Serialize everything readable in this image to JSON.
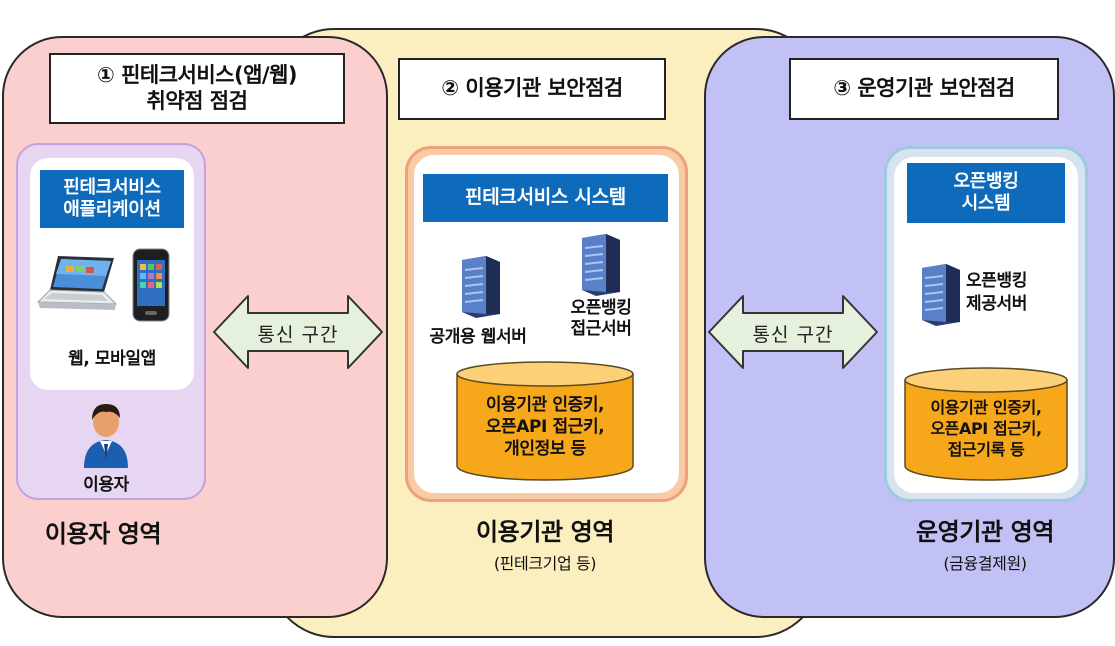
{
  "regions": {
    "user": {
      "header_line1": "① 핀테크서비스(앱/웹)",
      "header_line2": "취약점 점검",
      "app_box_line1": "핀테크서비스",
      "app_box_line2": "애플리케이션",
      "devices_label": "웹, 모바일앱",
      "user_label": "이용자",
      "area_title": "이용자 영역"
    },
    "org": {
      "header": "② 이용기관 보안점검",
      "system_title": "핀테크서비스 시스템",
      "server1_label": "공개용 웹서버",
      "server2_line1": "오픈뱅킹",
      "server2_line2": "접근서버",
      "db_line1": "이용기관 인증키,",
      "db_line2": "오픈API 접근키,",
      "db_line3": "개인정보 등",
      "area_title": "이용기관 영역",
      "area_subtitle": "(핀테크기업 등)"
    },
    "op": {
      "header": "③ 운영기관 보안점검",
      "system_line1": "오픈뱅킹",
      "system_line2": "시스템",
      "server_line1": "오픈뱅킹",
      "server_line2": "제공서버",
      "db_line1": "이용기관 인증키,",
      "db_line2": "오픈API 접근키,",
      "db_line3": "접근기록 등",
      "area_title": "운영기관 영역",
      "area_subtitle": "(금융결제원)"
    }
  },
  "arrows": {
    "left_label": "통신 구간",
    "right_label": "통신 구간"
  },
  "colors": {
    "user_region": "#fccfcf",
    "org_region": "#fbeebf",
    "op_region": "#c2c1f5",
    "system_title_bar": "#0e6aba",
    "database": "#f7a81a",
    "arrow": "#e5f1dd"
  }
}
